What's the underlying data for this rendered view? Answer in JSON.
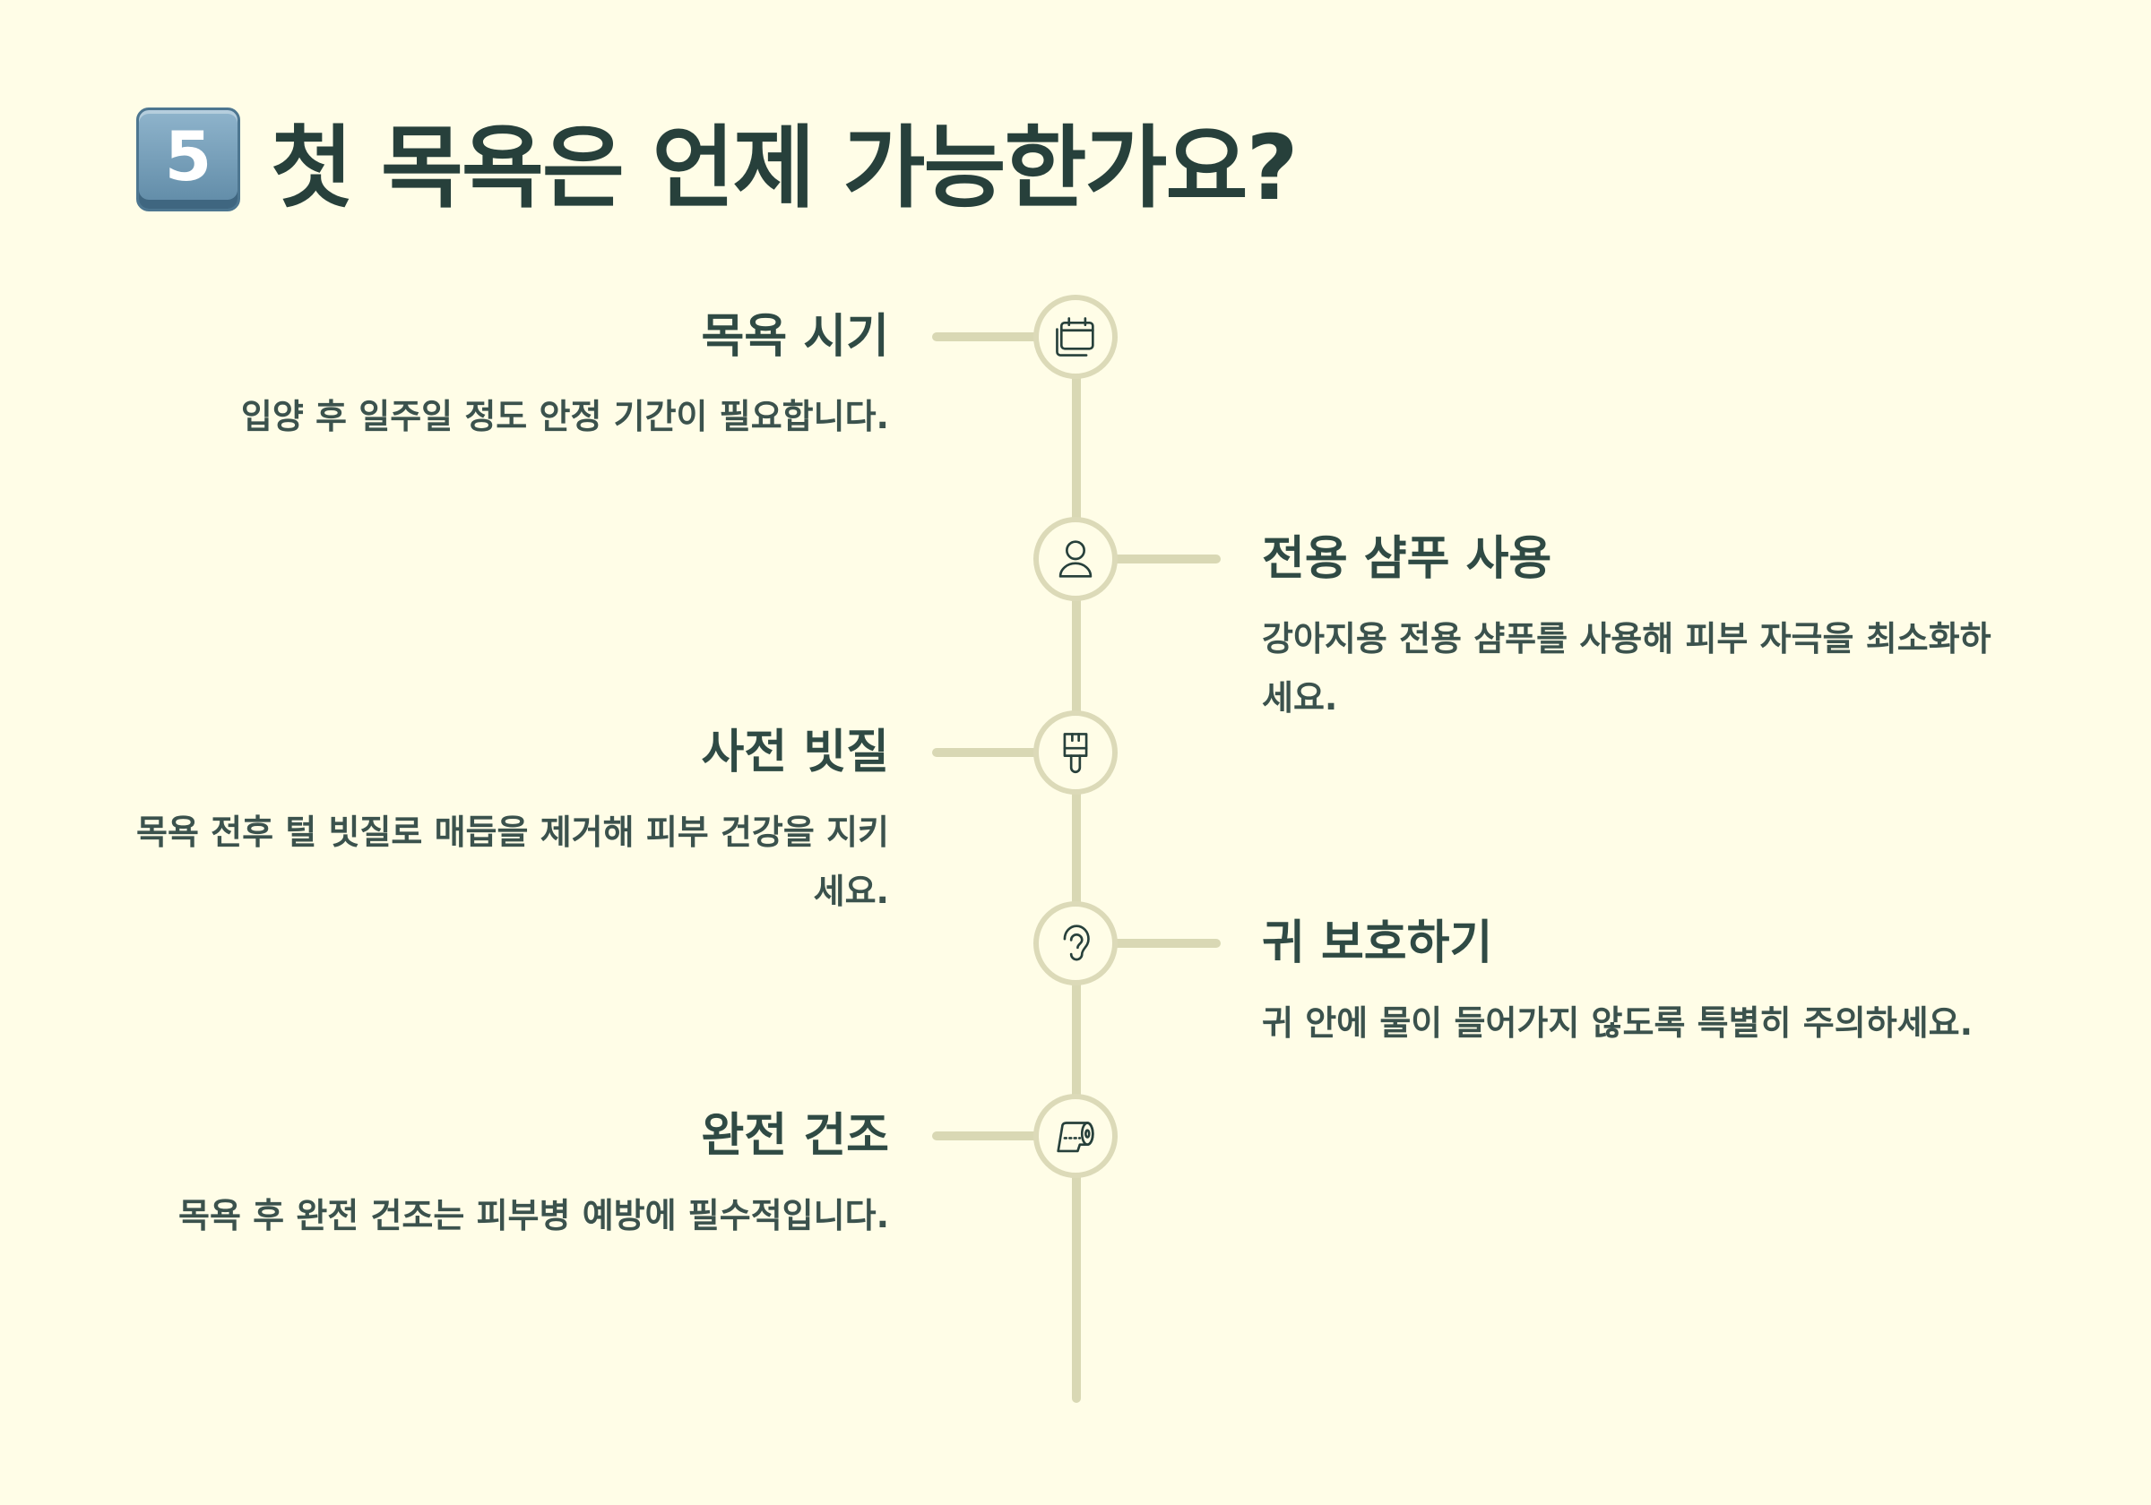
{
  "title": {
    "number_badge": "5",
    "text": "첫 목욕은 언제 가능한가요?"
  },
  "timeline": {
    "items": [
      {
        "title": "목욕 시기",
        "description": "입양 후 일주일 정도 안정 기간이 필요합니다.",
        "icon": "calendar-icon"
      },
      {
        "title": "전용 샴푸 사용",
        "description": "강아지용 전용 샴푸를 사용해 피부 자극을 최소화하세요.",
        "icon": "user-icon"
      },
      {
        "title": "사전 빗질",
        "description": "목욕 전후 털 빗질로 매듭을 제거해 피부 건강을 지키세요.",
        "icon": "brush-icon"
      },
      {
        "title": "귀 보호하기",
        "description": "귀 안에 물이 들어가지 않도록 특별히 주의하세요.",
        "icon": "ear-icon"
      },
      {
        "title": "완전 건조",
        "description": "목욕 후 완전 건조는 피부병 예방에 필수적입니다.",
        "icon": "towel-roll-icon"
      }
    ]
  },
  "colors": {
    "background": "#fffde7",
    "text": "#27403b",
    "timeline_line": "#d9d8b4"
  }
}
